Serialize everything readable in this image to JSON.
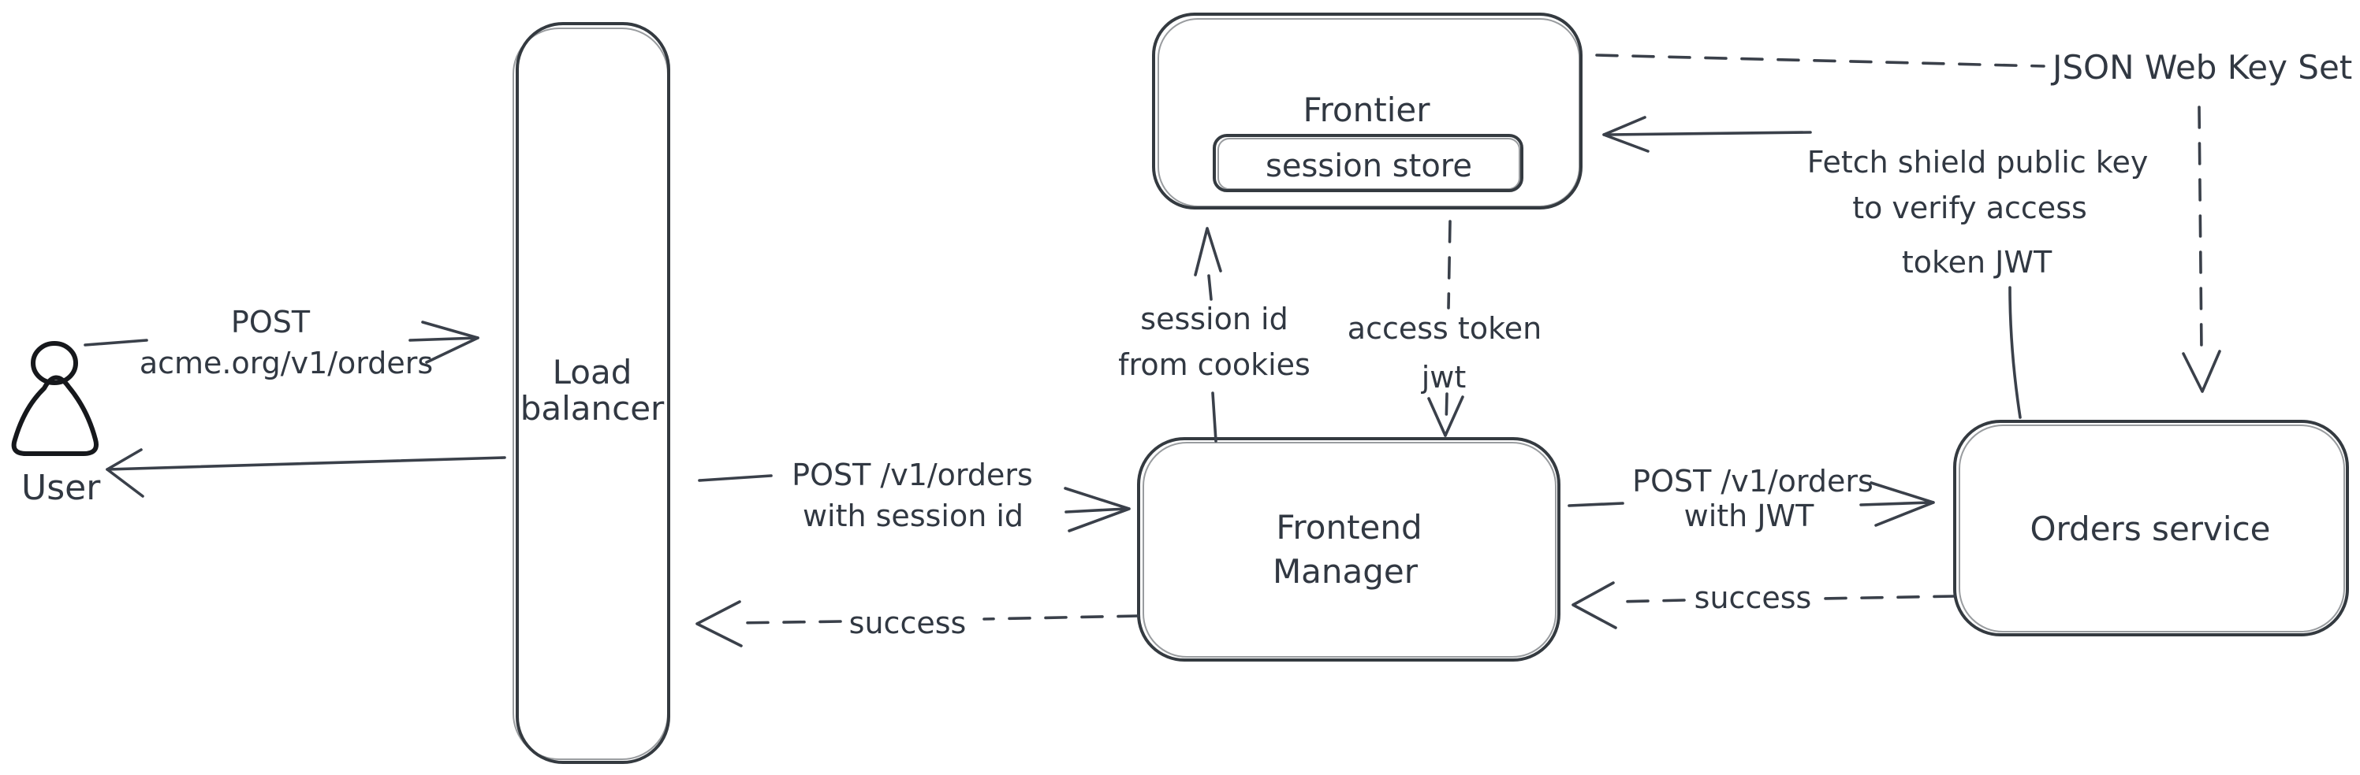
{
  "diagram": {
    "background_color": "#ffffff",
    "stroke_color": "#343a40",
    "figure_stroke_color": "#16181c",
    "hatch_color": "#ccd6de",
    "nodes": {
      "user": {
        "label": "User"
      },
      "load_balancer": {
        "line1": "Load",
        "line2": "balancer"
      },
      "frontier": {
        "label": "Frontier"
      },
      "session_store": {
        "label": "session store"
      },
      "frontend_manager": {
        "line1": "Frontend",
        "line2": "Manager"
      },
      "orders_service": {
        "label": "Orders service"
      }
    },
    "edges": {
      "user_to_lb": {
        "line1": "POST",
        "line2": "acme.org/v1/orders"
      },
      "lb_to_fm": {
        "line1": "POST /v1/orders",
        "line2": "with session id"
      },
      "fm_to_lb": {
        "label": "success"
      },
      "fm_to_frontier": {
        "line1": "session id",
        "line2": "from cookies"
      },
      "frontier_to_fm": {
        "line1": "access token",
        "line2": "jwt"
      },
      "fm_to_orders": {
        "line1": "POST /v1/orders",
        "line2": "with JWT"
      },
      "orders_to_fm": {
        "label": "success"
      },
      "orders_to_frontier": {
        "line1": "Fetch shield public key",
        "line2": "to verify access",
        "line3": "token JWT"
      },
      "jwks": {
        "label": "JSON Web Key Set"
      }
    }
  }
}
